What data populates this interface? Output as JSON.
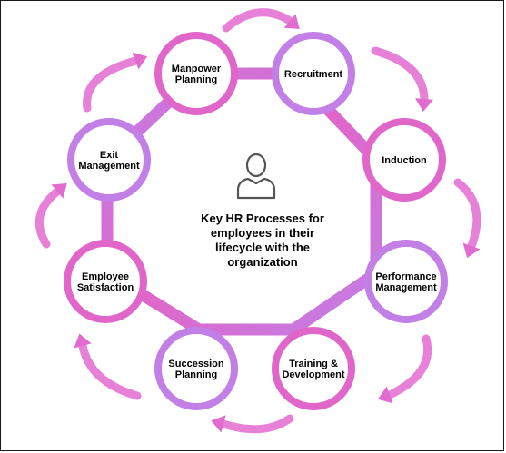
{
  "center": {
    "lines": [
      "Key HR Processes for",
      "employees in their",
      "lifecycle with the",
      "organization"
    ],
    "icon": "person-outline-icon"
  },
  "nodes": [
    {
      "id": "manpower-planning",
      "lines": [
        "Manpower",
        "Planning"
      ],
      "color": "#e066c9"
    },
    {
      "id": "recruitment",
      "lines": [
        "Recruitment"
      ],
      "color": "#c27fe6"
    },
    {
      "id": "induction",
      "lines": [
        "Induction"
      ],
      "color": "#e066c9"
    },
    {
      "id": "performance-management",
      "lines": [
        "Performance",
        "Management"
      ],
      "color": "#c27fe6"
    },
    {
      "id": "training-development",
      "lines": [
        "Training &",
        "Development"
      ],
      "color": "#e066c9"
    },
    {
      "id": "succession-planning",
      "lines": [
        "Succession",
        "Planning"
      ],
      "color": "#c27fe6"
    },
    {
      "id": "employee-satisfaction",
      "lines": [
        "Employee",
        "Satisfaction"
      ],
      "color": "#e066c9"
    },
    {
      "id": "exit-management",
      "lines": [
        "Exit",
        "Management"
      ],
      "color": "#c27fe6"
    }
  ],
  "colors": {
    "pink": "#e066c9",
    "purple": "#c27fe6",
    "arrow": "#e26bd0",
    "icon": "#555555"
  }
}
